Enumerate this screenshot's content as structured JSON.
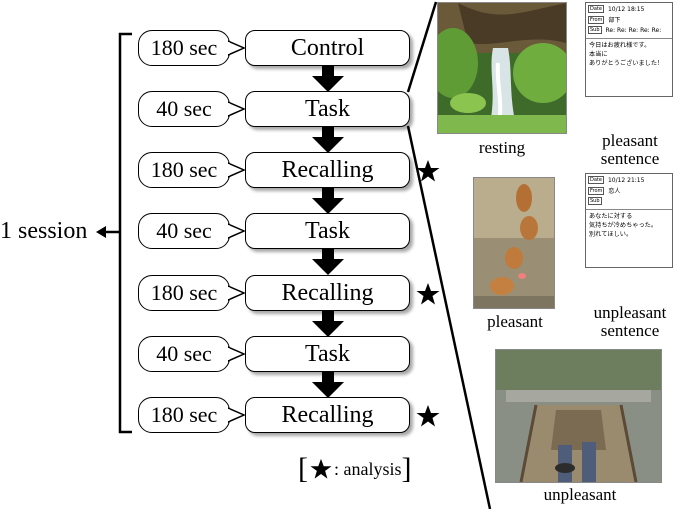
{
  "session_label": "1 session",
  "flow": [
    {
      "duration": "180 sec",
      "stage": "Control",
      "analysis": false
    },
    {
      "duration": "40 sec",
      "stage": "Task",
      "analysis": false
    },
    {
      "duration": "180 sec",
      "stage": "Recalling",
      "analysis": true
    },
    {
      "duration": "40 sec",
      "stage": "Task",
      "analysis": false
    },
    {
      "duration": "180 sec",
      "stage": "Recalling",
      "analysis": true
    },
    {
      "duration": "40 sec",
      "stage": "Task",
      "analysis": false
    },
    {
      "duration": "180 sec",
      "stage": "Recalling",
      "analysis": true
    }
  ],
  "legend": {
    "text": ": analysis",
    "open": "[",
    "close": "]"
  },
  "stimuli": {
    "resting": "resting",
    "pleasant": "pleasant",
    "unpleasant": "unpleasant",
    "pleasant_sentence_line1": "pleasant",
    "pleasant_sentence_line2": "sentence",
    "unpleasant_sentence_line1": "unpleasant",
    "unpleasant_sentence_line2": "sentence"
  },
  "mail_pleasant": {
    "date_tag": "Date",
    "date": "10/12  18:15",
    "from_tag": "From",
    "from": "部下",
    "sub_tag": "Sub",
    "sub": "Re: Re: Re: Re: Re:",
    "body": "今日はお疲れ様です。\n本当に\nありがとうございました！"
  },
  "mail_unpleasant": {
    "date_tag": "Date",
    "date": "10/12  21:15",
    "from_tag": "From",
    "from": "恋人",
    "sub_tag": "Sub",
    "sub": "",
    "body": "あなたに対する\n気持ちが冷めちゃった。\n別れてほしい。"
  },
  "colors": {
    "box_border": "#000000",
    "arrow": "#000000",
    "star": "#000000"
  }
}
